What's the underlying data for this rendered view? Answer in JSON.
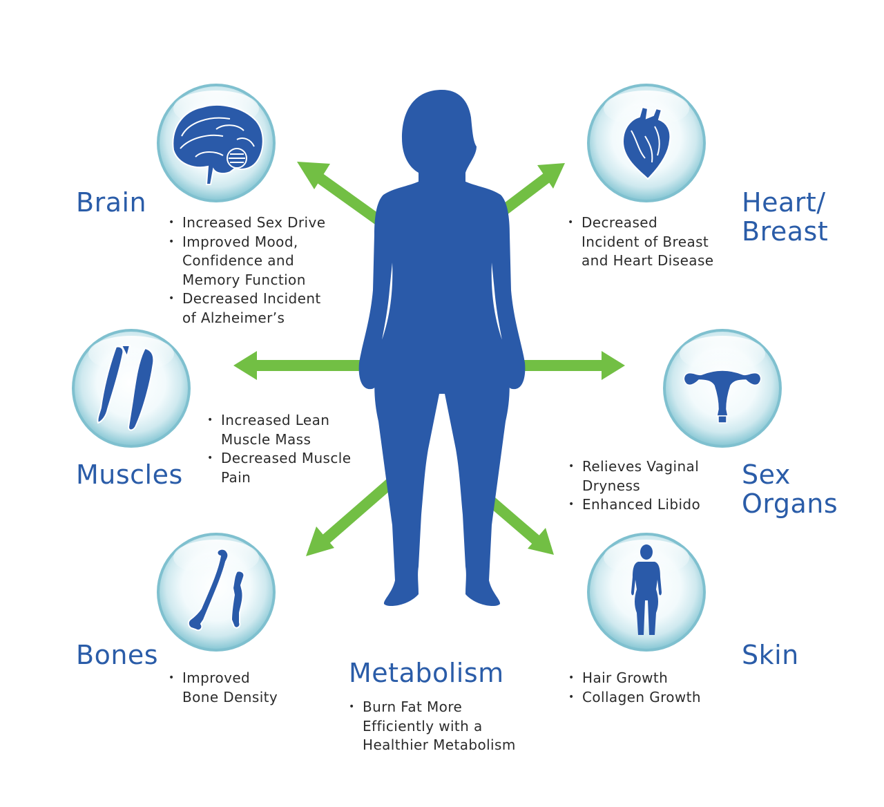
{
  "colors": {
    "body_blue": "#2a5aa9",
    "arrow_green": "#72bf44",
    "text_blue": "#2a5ca8",
    "text_dark": "#2b2b2b"
  },
  "sections": {
    "brain": {
      "title": "Brain",
      "icon": "brain-icon",
      "bullets": [
        "Increased Sex Drive",
        "Improved Mood,\nConfidence and\nMemory Function",
        "Decreased Incident\nof Alzheimer’s"
      ]
    },
    "heart": {
      "title_line1": "Heart/",
      "title_line2": "Breast",
      "icon": "heart-icon",
      "bullets": [
        "Decreased\nIncident of Breast\nand Heart Disease"
      ]
    },
    "muscles": {
      "title": "Muscles",
      "icon": "muscle-icon",
      "bullets": [
        "Increased Lean\nMuscle Mass",
        "Decreased Muscle\nPain"
      ]
    },
    "sex_organs": {
      "title_line1": "Sex",
      "title_line2": "Organs",
      "icon": "uterus-icon",
      "bullets": [
        "Relieves Vaginal\nDryness",
        "Enhanced Libido"
      ]
    },
    "bones": {
      "title": "Bones",
      "icon": "bone-icon",
      "bullets": [
        "Improved\nBone Density"
      ]
    },
    "metabolism": {
      "title": "Metabolism",
      "bullets": [
        "Burn Fat More\nEfficiently with a\nHealthier Metabolism"
      ]
    },
    "skin": {
      "title": "Skin",
      "icon": "woman-figure-icon",
      "bullets": [
        "Hair Growth",
        "Collagen Growth"
      ]
    }
  }
}
